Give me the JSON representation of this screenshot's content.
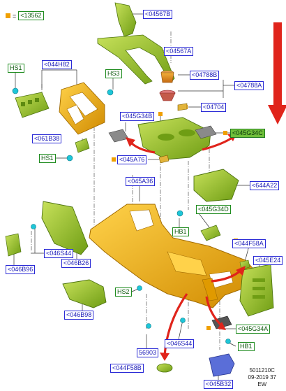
{
  "legend": {
    "symbol": "=",
    "code": "<13562"
  },
  "labels": [
    {
      "id": "l1",
      "text": "<04567B",
      "style": "blue"
    },
    {
      "id": "l2",
      "text": "<04567A",
      "style": "blue"
    },
    {
      "id": "l3",
      "text": "<044H82",
      "style": "blue"
    },
    {
      "id": "l4",
      "text": "HS1",
      "style": "green"
    },
    {
      "id": "l5",
      "text": "HS3",
      "style": "green"
    },
    {
      "id": "l6",
      "text": "<04788B",
      "style": "blue"
    },
    {
      "id": "l7",
      "text": "<04788A",
      "style": "blue"
    },
    {
      "id": "l8",
      "text": "<04704",
      "style": "blue"
    },
    {
      "id": "l9",
      "text": "<045G34B",
      "style": "blue"
    },
    {
      "id": "l10",
      "text": "<045G34C",
      "style": "highlight"
    },
    {
      "id": "l11",
      "text": "<061B38",
      "style": "blue"
    },
    {
      "id": "l12",
      "text": "HS1",
      "style": "green"
    },
    {
      "id": "l13",
      "text": "<045A76",
      "style": "blue"
    },
    {
      "id": "l14",
      "text": "<045A36",
      "style": "blue"
    },
    {
      "id": "l15",
      "text": "<644A22",
      "style": "blue"
    },
    {
      "id": "l16",
      "text": "<045G34D",
      "style": "green"
    },
    {
      "id": "l17",
      "text": "HB1",
      "style": "green"
    },
    {
      "id": "l18",
      "text": "<044F58A",
      "style": "blue"
    },
    {
      "id": "l19",
      "text": "<046S44",
      "style": "blue"
    },
    {
      "id": "l20",
      "text": "<046B96",
      "style": "blue"
    },
    {
      "id": "l21",
      "text": "<046B26",
      "style": "blue"
    },
    {
      "id": "l22",
      "text": "<045E24",
      "style": "blue"
    },
    {
      "id": "l23",
      "text": "HS2",
      "style": "green"
    },
    {
      "id": "l24",
      "text": "<046B98",
      "style": "blue"
    },
    {
      "id": "l25",
      "text": "<045G34A",
      "style": "green"
    },
    {
      "id": "l26",
      "text": "56903",
      "style": "blue"
    },
    {
      "id": "l27",
      "text": "<046S44",
      "style": "blue"
    },
    {
      "id": "l28",
      "text": "HB1",
      "style": "green"
    },
    {
      "id": "l29",
      "text": "<044F58B",
      "style": "blue"
    },
    {
      "id": "l30",
      "text": "<045B32",
      "style": "blue"
    }
  ],
  "stamp": {
    "line1": "5011210C",
    "line2": "09-2019 37",
    "line3": "EW"
  },
  "colors": {
    "part_green": "#9cc92a",
    "part_green_dark": "#5f8a12",
    "part_yellow": "#f3b413",
    "part_yellow_dark": "#b77c00",
    "fastener_cyan": "#1ec6d8",
    "arrow_red": "#e0241b",
    "label_blue": "#2b2bd6",
    "label_green": "#1f8c1f",
    "highlight_green": "#6fbf3a",
    "marker_orange": "#f0a000",
    "blue_part": "#5a6ed8"
  }
}
